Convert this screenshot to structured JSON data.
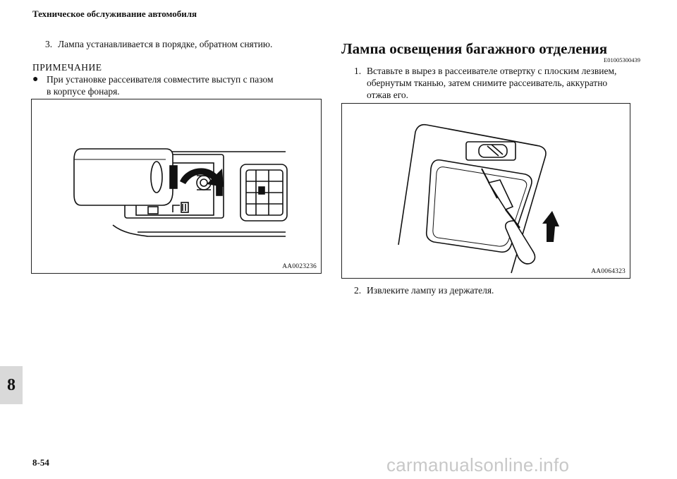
{
  "header": {
    "title": "Техническое обслуживание автомобиля"
  },
  "left": {
    "step3_num": "3.",
    "step3_text": "Лампа устанавливается в порядке, обратном снятию.",
    "note_title": "ПРИМЕЧАНИЕ",
    "note_bullet": "●",
    "note_line1": "При установке рассеивателя совместите выступ с пазом",
    "note_line2": "в корпусе фонаря.",
    "figure_code": "AA0023236"
  },
  "right": {
    "section_title": "Лампа освещения багажного отделения",
    "doc_code": "E01005300439",
    "step1_num": "1.",
    "step1_line1": "Вставьте в вырез в рассеивателе отвертку с плоским лезвием,",
    "step1_line2": "обернутым тканью, затем снимите рассеиватель, аккуратно",
    "step1_line3": "отжав его.",
    "figure_code": "AA0064323",
    "step2_num": "2.",
    "step2_text": "Извлеките лампу из держателя."
  },
  "chapter_tab": "8",
  "page_number": "8-54",
  "watermark": "carmanualsonline.info"
}
